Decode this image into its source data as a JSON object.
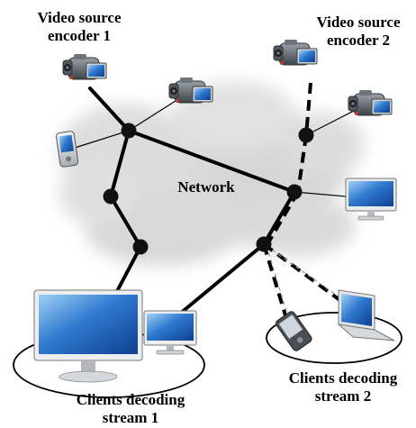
{
  "labels": {
    "source1_line1": "Video source",
    "source1_line2": "encoder 1",
    "source2_line1": "Video source",
    "source2_line2": "encoder 2",
    "network": "Network",
    "group1_line1": "Clients decoding",
    "group1_line2": "stream 1",
    "group2_line1": "Clients decoding",
    "group2_line2": "stream 2"
  },
  "icons": [
    "camcorder-icon",
    "pda-phone-icon",
    "desktop-monitor-icon",
    "laptop-icon",
    "network-node-icon",
    "cloud-icon"
  ],
  "colors": {
    "stream1_link": "#000000",
    "stream2_link": "#000000",
    "screen_blue": "#2a6fc4",
    "device_silver": "#c9ced3",
    "cloud_grey": "#d9d9d9"
  }
}
